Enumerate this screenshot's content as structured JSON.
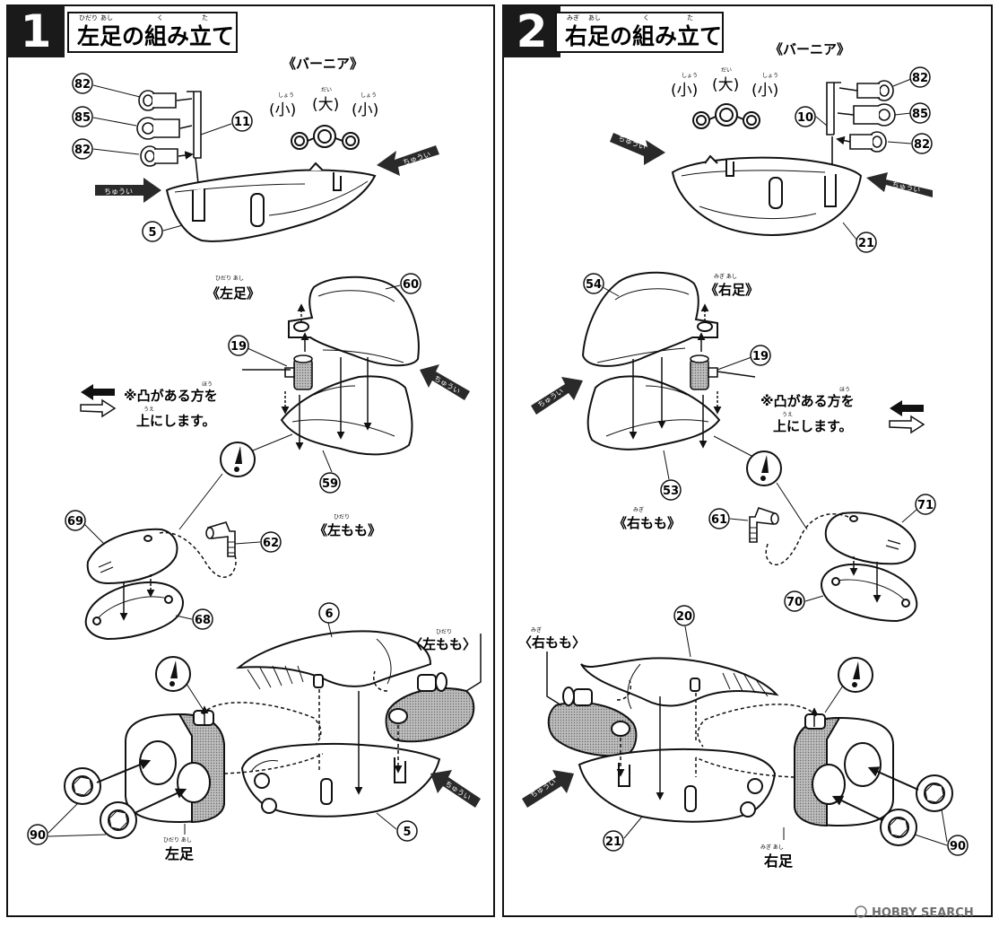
{
  "step1": {
    "number": "1",
    "title": "左足の組み立て",
    "ruby": [
      "ひだり",
      "あし",
      "く",
      "た"
    ],
    "vernier_label": "《バーニア》",
    "vernier_sizes": [
      "(小)",
      "(大)",
      "(小)"
    ],
    "vernier_ruby": [
      "しょう",
      "だい",
      "しょう"
    ],
    "foot_label": "《左足》",
    "foot_ruby": "ひだり あし",
    "thigh_label": "《左もも》",
    "thigh_ruby": "ひだり",
    "thigh_tag": "〈左もも〉",
    "thigh_tag_ruby": "ひだり",
    "note_line1": "※凸がある方を",
    "note_line2": "上にします。",
    "note_ruby1": "ほう",
    "note_ruby2": "うえ",
    "caution": "ちゅうい",
    "bottom_label": "左足",
    "bottom_ruby": "ひだり あし",
    "parts": [
      "82",
      "85",
      "82",
      "11",
      "5",
      "60",
      "19",
      "59",
      "69",
      "62",
      "68",
      "6",
      "90",
      "5"
    ]
  },
  "step2": {
    "number": "2",
    "title": "右足の組み立て",
    "ruby": [
      "みぎ",
      "あし",
      "く",
      "た"
    ],
    "vernier_label": "《バーニア》",
    "vernier_sizes": [
      "(小)",
      "(大)",
      "(小)"
    ],
    "vernier_ruby": [
      "しょう",
      "だい",
      "しょう"
    ],
    "foot_label": "《右足》",
    "foot_ruby": "みぎ あし",
    "thigh_label": "《右もも》",
    "thigh_ruby": "みぎ",
    "thigh_tag": "〈右もも〉",
    "thigh_tag_ruby": "みぎ",
    "note_line1": "※凸がある方を",
    "note_line2": "上にします。",
    "note_ruby1": "ほう",
    "note_ruby2": "うえ",
    "caution": "ちゅうい",
    "bottom_label": "右足",
    "bottom_ruby": "みぎ あし",
    "parts": [
      "82",
      "85",
      "82",
      "10",
      "21",
      "54",
      "19",
      "53",
      "61",
      "71",
      "70",
      "20",
      "21",
      "90"
    ]
  },
  "watermark": "HOBBY SEARCH",
  "colors": {
    "ink": "#111111",
    "paper": "#ffffff",
    "gray": "#8f8f8f",
    "light": "#d8d8d8"
  }
}
